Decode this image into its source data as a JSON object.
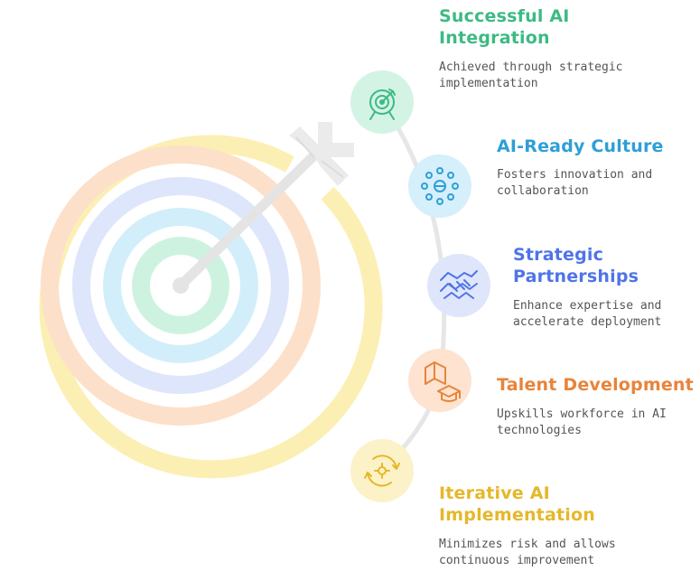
{
  "colors": {
    "green": "#3dba84",
    "blue": "#2e9fd6",
    "indigo": "#4f74e8",
    "orange": "#e8843a",
    "yellow": "#e5b82a"
  },
  "steps": [
    {
      "title": "Successful AI Integration",
      "description": "Achieved through strategic implementation",
      "icon": "target-icon",
      "color": "#3dba84",
      "circle_color": "#d3f3e5"
    },
    {
      "title": "AI-Ready Culture",
      "description": "Fosters innovation and collaboration",
      "icon": "network-icon",
      "color": "#2e9fd6",
      "circle_color": "#d5effb"
    },
    {
      "title": "Strategic Partnerships",
      "description": "Enhance expertise and accelerate deployment",
      "icon": "handshake-icon",
      "color": "#4f74e8",
      "circle_color": "#dfe6fb"
    },
    {
      "title": "Talent Development",
      "description": "Upskills workforce in AI technologies",
      "icon": "graduation-icon",
      "color": "#e8843a",
      "circle_color": "#fde3d0"
    },
    {
      "title": "Iterative AI Implementation",
      "description": "Minimizes risk and allows continuous improvement",
      "icon": "cycle-icon",
      "color": "#e5b82a",
      "circle_color": "#fcf2c8"
    }
  ]
}
